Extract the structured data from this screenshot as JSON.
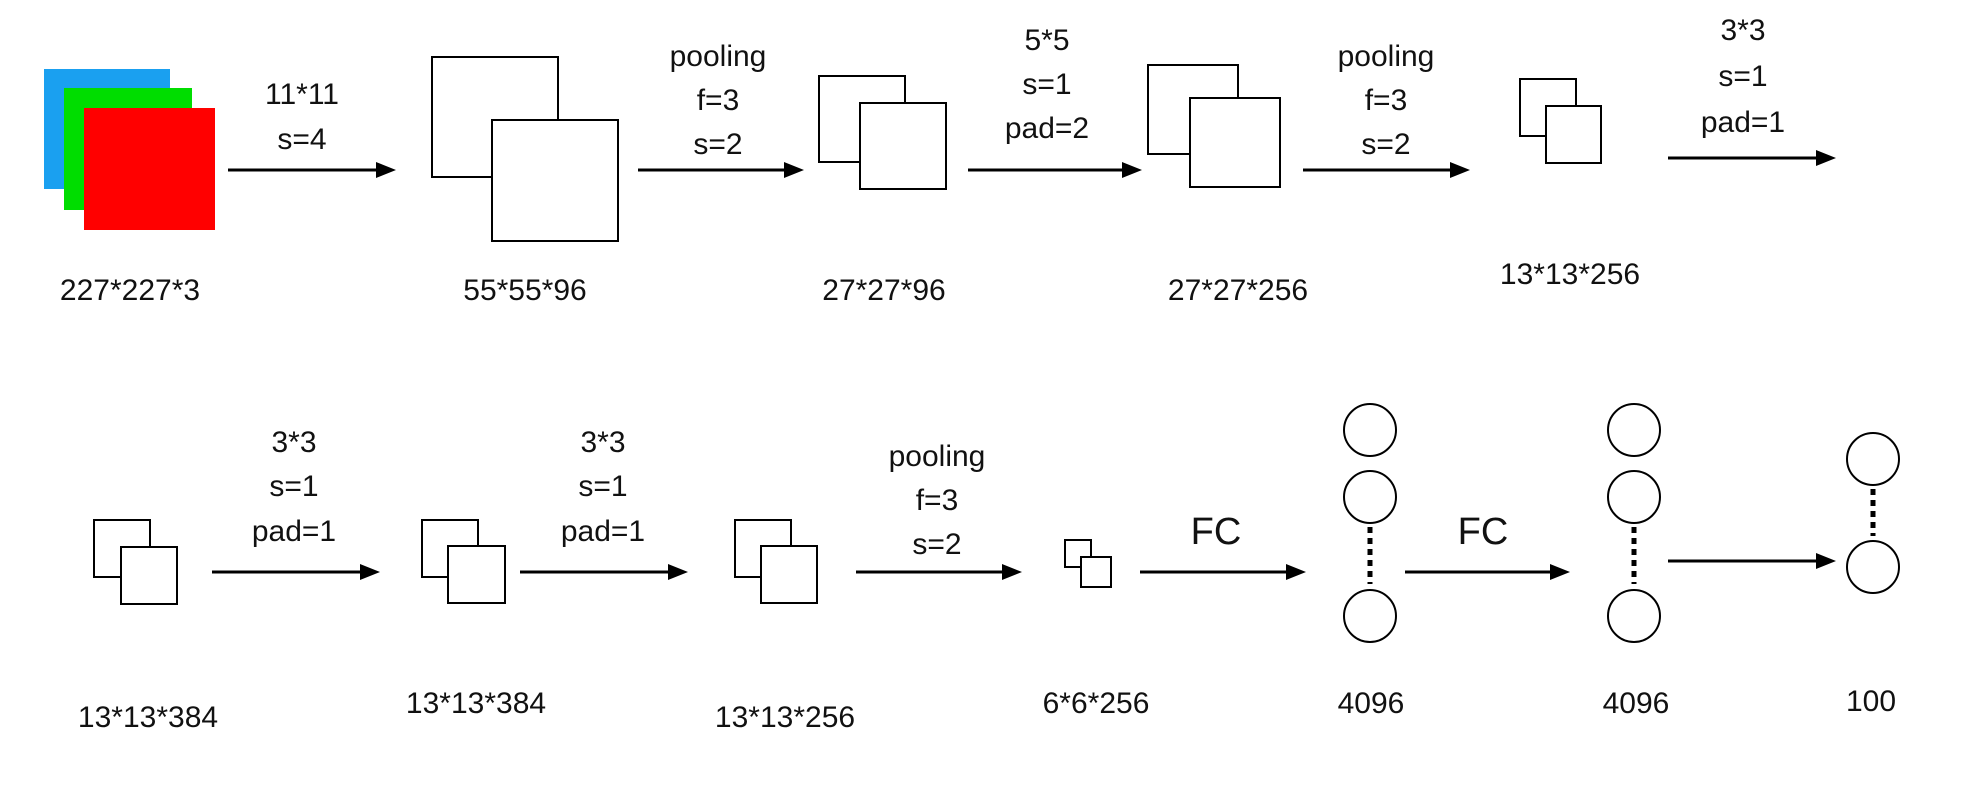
{
  "colors": {
    "input_channels": [
      "#1aa0f0",
      "#00dd00",
      "#ff0000"
    ],
    "stroke": "#000000",
    "text": "#111111"
  },
  "layers": {
    "input": "227*227*3",
    "conv1": "55*55*96",
    "pool1": "27*27*96",
    "conv2": "27*27*256",
    "pool2": "13*13*256",
    "conv3": "13*13*384",
    "conv4": "13*13*384",
    "conv5": "13*13*256",
    "pool3": "6*6*256",
    "fc1": "4096",
    "fc2": "4096",
    "output": "100"
  },
  "ops": {
    "conv1": [
      "11*11",
      "s=4"
    ],
    "pool1": [
      "pooling",
      "f=3",
      "s=2"
    ],
    "conv2": [
      "5*5",
      "s=1",
      "pad=2"
    ],
    "pool2": [
      "pooling",
      "f=3",
      "s=2"
    ],
    "conv3": [
      "3*3",
      "s=1",
      "pad=1"
    ],
    "conv4": [
      "3*3",
      "s=1",
      "pad=1"
    ],
    "conv5": [
      "3*3",
      "s=1",
      "pad=1"
    ],
    "pool3": [
      "pooling",
      "f=3",
      "s=2"
    ],
    "fc1": "FC",
    "fc2": "FC"
  }
}
